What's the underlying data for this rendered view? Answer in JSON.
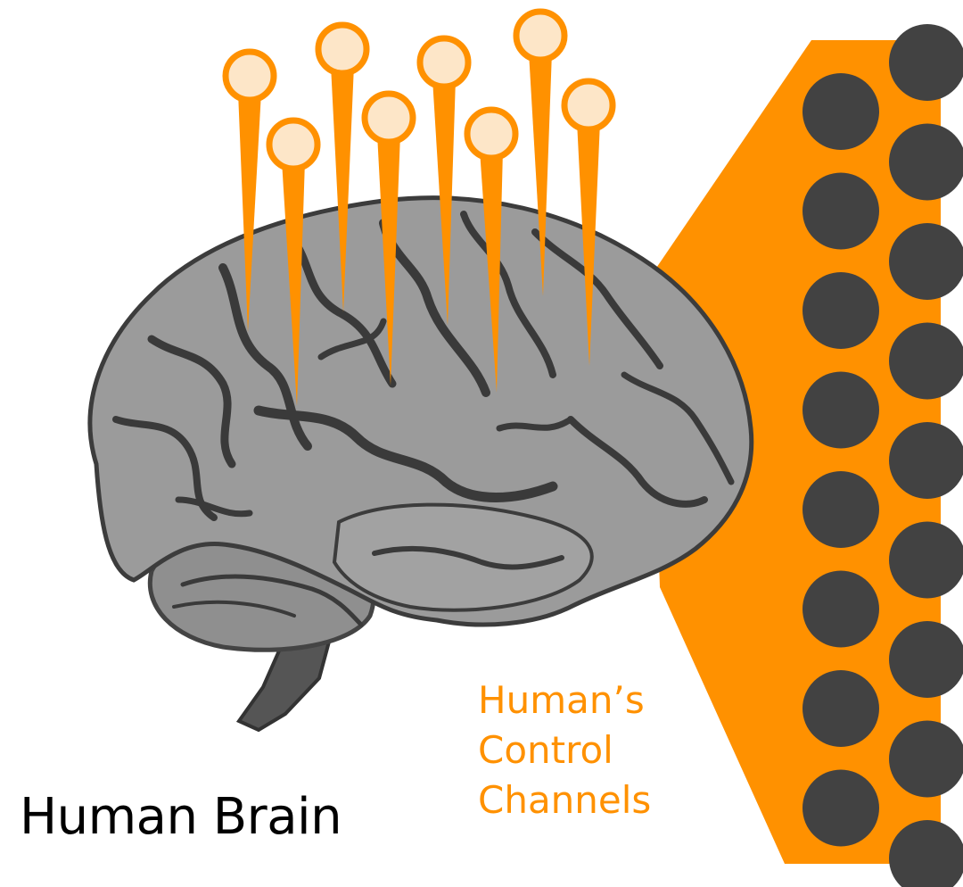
{
  "colors": {
    "accent": "#ff9100",
    "electrode_head": "#fde6c8",
    "channel_dot": "#424242",
    "brain": "#9b9b9b",
    "brain_outline": "#4a4a4a",
    "text": "#000000"
  },
  "labels": {
    "brain": "Human Brain",
    "channels": [
      "Human’s",
      "Control",
      "Channels"
    ]
  },
  "icons": {
    "brain": "brain-illustration",
    "electrode": "electrode-probe-icon",
    "channel": "channel-dot"
  }
}
